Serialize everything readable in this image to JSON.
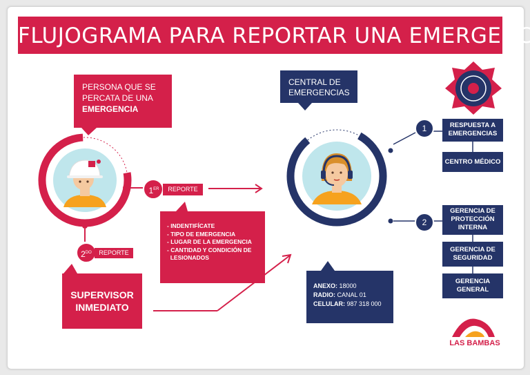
{
  "title": "FLUJOGRAMA PARA REPORTAR UNA EMERGENCIA",
  "colors": {
    "accent_red": "#d4204a",
    "navy": "#253468",
    "skin": "#f5c9a0",
    "orange": "#f6a21e",
    "teal_bg": "#bfe6ec"
  },
  "person_box": {
    "line1": "PERSONA QUE SE",
    "line2": "PERCATA DE UNA",
    "line3": "EMERGENCIA"
  },
  "first_report": {
    "ordinal": "1",
    "sup": "ER",
    "label": "REPORTE"
  },
  "second_report": {
    "ordinal": "2",
    "sup": "DO",
    "label": "REPORTE"
  },
  "report_items": [
    "- INDENTIFÍCATE",
    "- TIPO DE EMERGENCIA",
    "- LUGAR DE LA EMERGENCIA",
    "- CANTIDAD Y CONDICIÓN DE",
    "  LESIONADOS"
  ],
  "supervisor": {
    "line1": "SUPERVISOR",
    "line2": "INMEDIATO"
  },
  "central": {
    "line1": "CENTRAL DE",
    "line2": "EMERGENCIAS"
  },
  "contact": [
    {
      "label": "ANEXO:",
      "value": "18000"
    },
    {
      "label": "RADIO:",
      "value": "CANAL 01"
    },
    {
      "label": "CELULAR:",
      "value": "987 318 000"
    }
  ],
  "step1": {
    "number": "1",
    "items": [
      "RESPUESTA A EMERGENCIAS",
      "CENTRO MÉDICO"
    ]
  },
  "step2": {
    "number": "2",
    "items": [
      "GERENCIA DE PROTECCIÓN INTERNA",
      "GERENCIA DE SEGURIDAD",
      "GERENCIA GENERAL"
    ]
  },
  "brand": {
    "name": "LAS BAMBAS"
  }
}
